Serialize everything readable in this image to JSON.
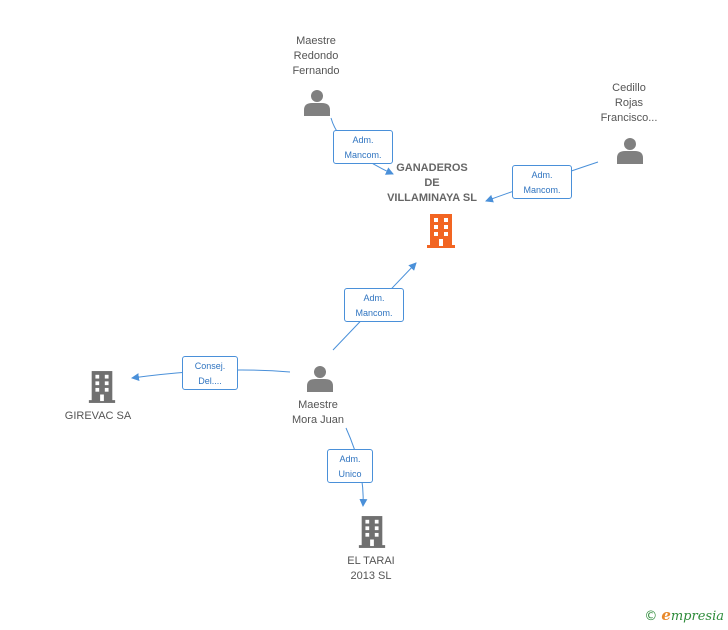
{
  "nodes": {
    "maestre_redondo": {
      "lines": [
        "Maestre",
        "Redondo",
        "Fernando"
      ],
      "icon": "person-icon"
    },
    "cedillo_rojas": {
      "lines": [
        "Cedillo",
        "Rojas",
        "Francisco..."
      ],
      "icon": "person-icon"
    },
    "ganaderos": {
      "lines": [
        "GANADEROS",
        "DE",
        "VILLAMINAYA SL"
      ],
      "icon": "building-icon",
      "color": "#f26522"
    },
    "maestre_mora": {
      "lines": [
        "Maestre",
        "Mora Juan"
      ],
      "icon": "person-icon"
    },
    "girevac": {
      "lines": [
        "GIREVAC SA"
      ],
      "icon": "building-icon"
    },
    "el_tarai": {
      "lines": [
        "EL TARAI",
        "2013  SL"
      ],
      "icon": "building-icon"
    }
  },
  "edges": {
    "redondo_to_ganaderos": {
      "lines": [
        "Adm.",
        "Mancom."
      ]
    },
    "cedillo_to_ganaderos": {
      "lines": [
        "Adm.",
        "Mancom."
      ]
    },
    "mora_to_ganaderos": {
      "lines": [
        "Adm.",
        "Mancom."
      ]
    },
    "mora_to_girevac": {
      "lines": [
        "Consej.",
        "Del...."
      ]
    },
    "mora_to_tarai": {
      "lines": [
        "Adm.",
        "Unico"
      ]
    }
  },
  "colors": {
    "person": "#808080",
    "building": "#707070",
    "main_building": "#f26522",
    "edge": "#4a90d9"
  },
  "watermark": {
    "copyright": "©",
    "brand_initial": "e",
    "brand_rest": "mpresia"
  }
}
